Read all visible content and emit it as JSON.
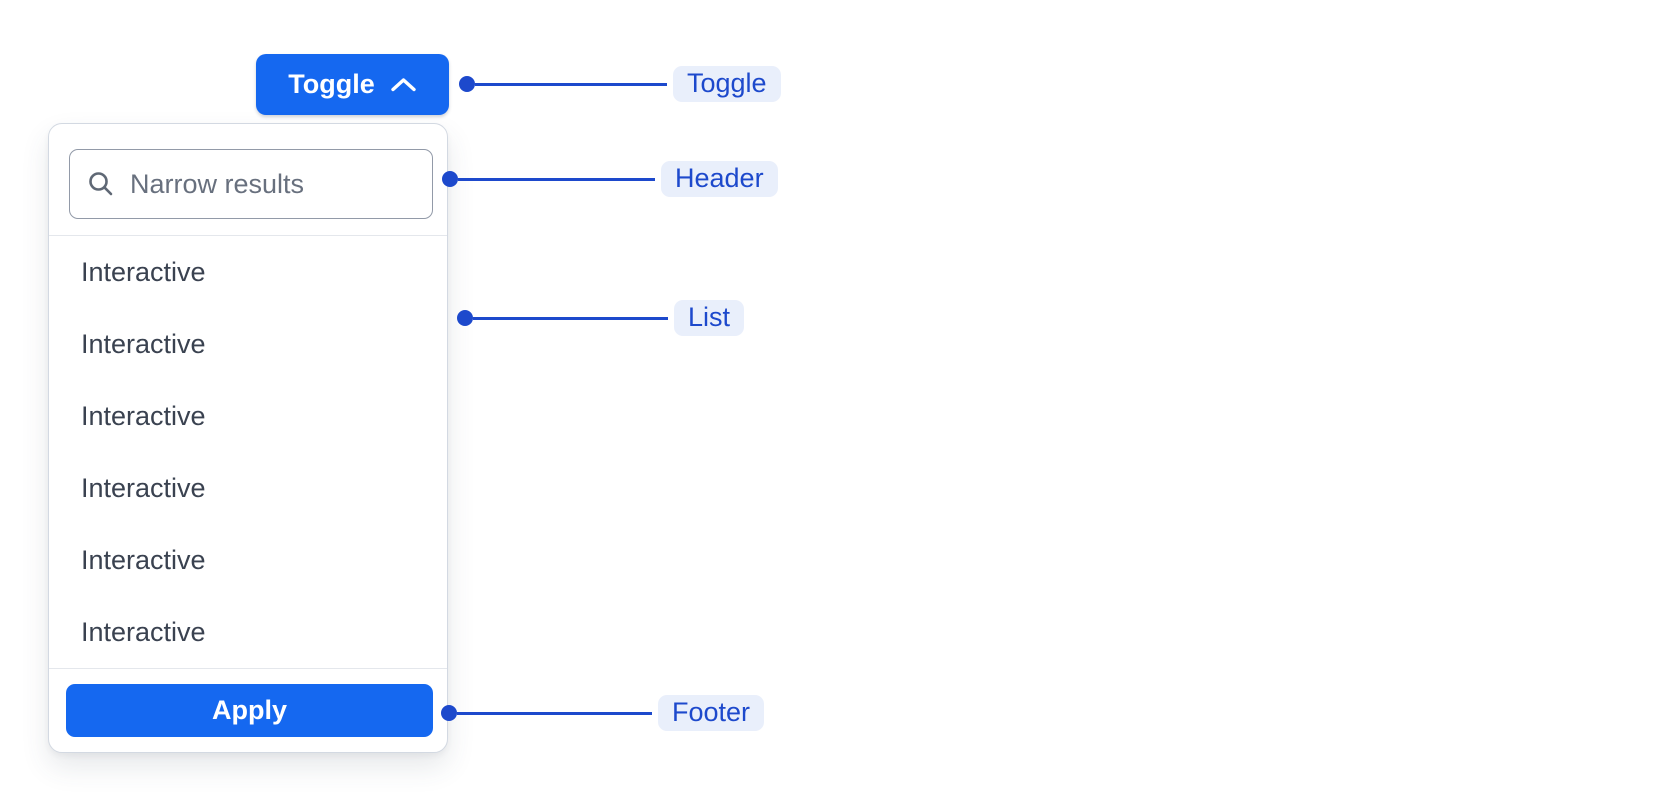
{
  "toggle_button": {
    "label": "Toggle",
    "icon": "chevron-up-icon"
  },
  "popover": {
    "search": {
      "placeholder": "Narrow results",
      "value": "",
      "icon": "search-icon"
    },
    "list_items": [
      "Interactive",
      "Interactive",
      "Interactive",
      "Interactive",
      "Interactive",
      "Interactive"
    ],
    "footer": {
      "apply_label": "Apply"
    }
  },
  "annotations": [
    {
      "id": "toggle",
      "label": "Toggle"
    },
    {
      "id": "header",
      "label": "Header"
    },
    {
      "id": "list",
      "label": "List"
    },
    {
      "id": "footer",
      "label": "Footer"
    }
  ],
  "colors": {
    "primary_button": "#1568f0",
    "callout_line": "#1d49cc",
    "annotation_pill_bg": "#e9effb",
    "annotation_text": "#1d49cc",
    "panel_border": "#d3d9e2",
    "input_border": "#929aa8",
    "divider": "#e4e7ec",
    "list_text": "#3a4250",
    "placeholder_text": "#68707e"
  }
}
